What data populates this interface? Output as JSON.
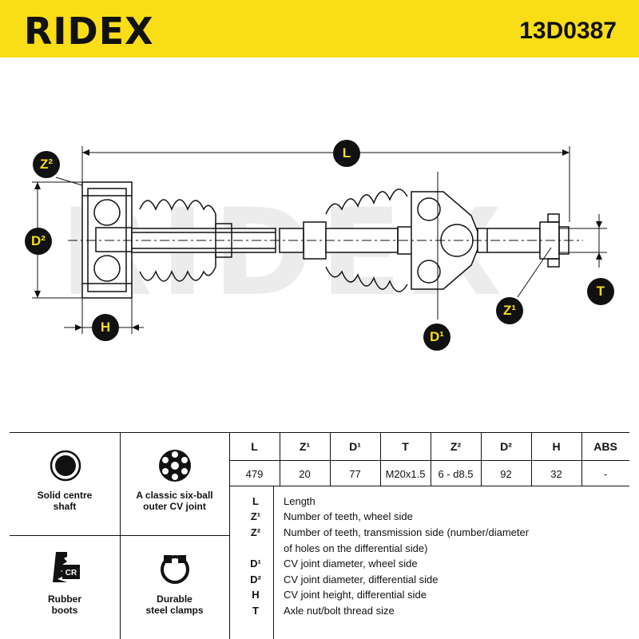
{
  "header": {
    "brand": "RIDEX",
    "part_number": "13D0387"
  },
  "drawing": {
    "labels": {
      "L": "L",
      "Z2": "Z²",
      "D2": "D²",
      "H": "H",
      "T": "T",
      "Z1": "Z¹",
      "D1": "D¹"
    }
  },
  "features": [
    {
      "icon": "solid-shaft-icon",
      "label": "Solid centre\nshaft"
    },
    {
      "icon": "six-ball-joint-icon",
      "label": "A classic six-ball\nouter CV joint"
    },
    {
      "icon": "rubber-boot-icon",
      "label": "Rubber\nboots",
      "icon_text": "CR"
    },
    {
      "icon": "steel-clamp-icon",
      "label": "Durable\nsteel clamps"
    }
  ],
  "specs": {
    "headers": [
      "L",
      "Z¹",
      "D¹",
      "T",
      "Z²",
      "D²",
      "H",
      "ABS"
    ],
    "values": [
      "479",
      "20",
      "77",
      "M20x1.5",
      "6 - d8.5",
      "92",
      "32",
      "-"
    ]
  },
  "legend": [
    {
      "key": "L",
      "text": "Length"
    },
    {
      "key": "Z¹",
      "text": "Number of teeth, wheel side"
    },
    {
      "key": "Z²",
      "text": "Number of teeth, transmission side (number/diameter"
    },
    {
      "key": "",
      "text": "of holes on the differential side)"
    },
    {
      "key": "D¹",
      "text": "CV joint diameter, wheel side"
    },
    {
      "key": "D²",
      "text": "CV joint diameter, differential side"
    },
    {
      "key": "H",
      "text": "CV joint height, differential side"
    },
    {
      "key": "T",
      "text": "Axle nut/bolt thread size"
    }
  ],
  "colors": {
    "brand_yellow": "#f9dd16",
    "ink": "#111111",
    "watermark": "#ececec"
  }
}
